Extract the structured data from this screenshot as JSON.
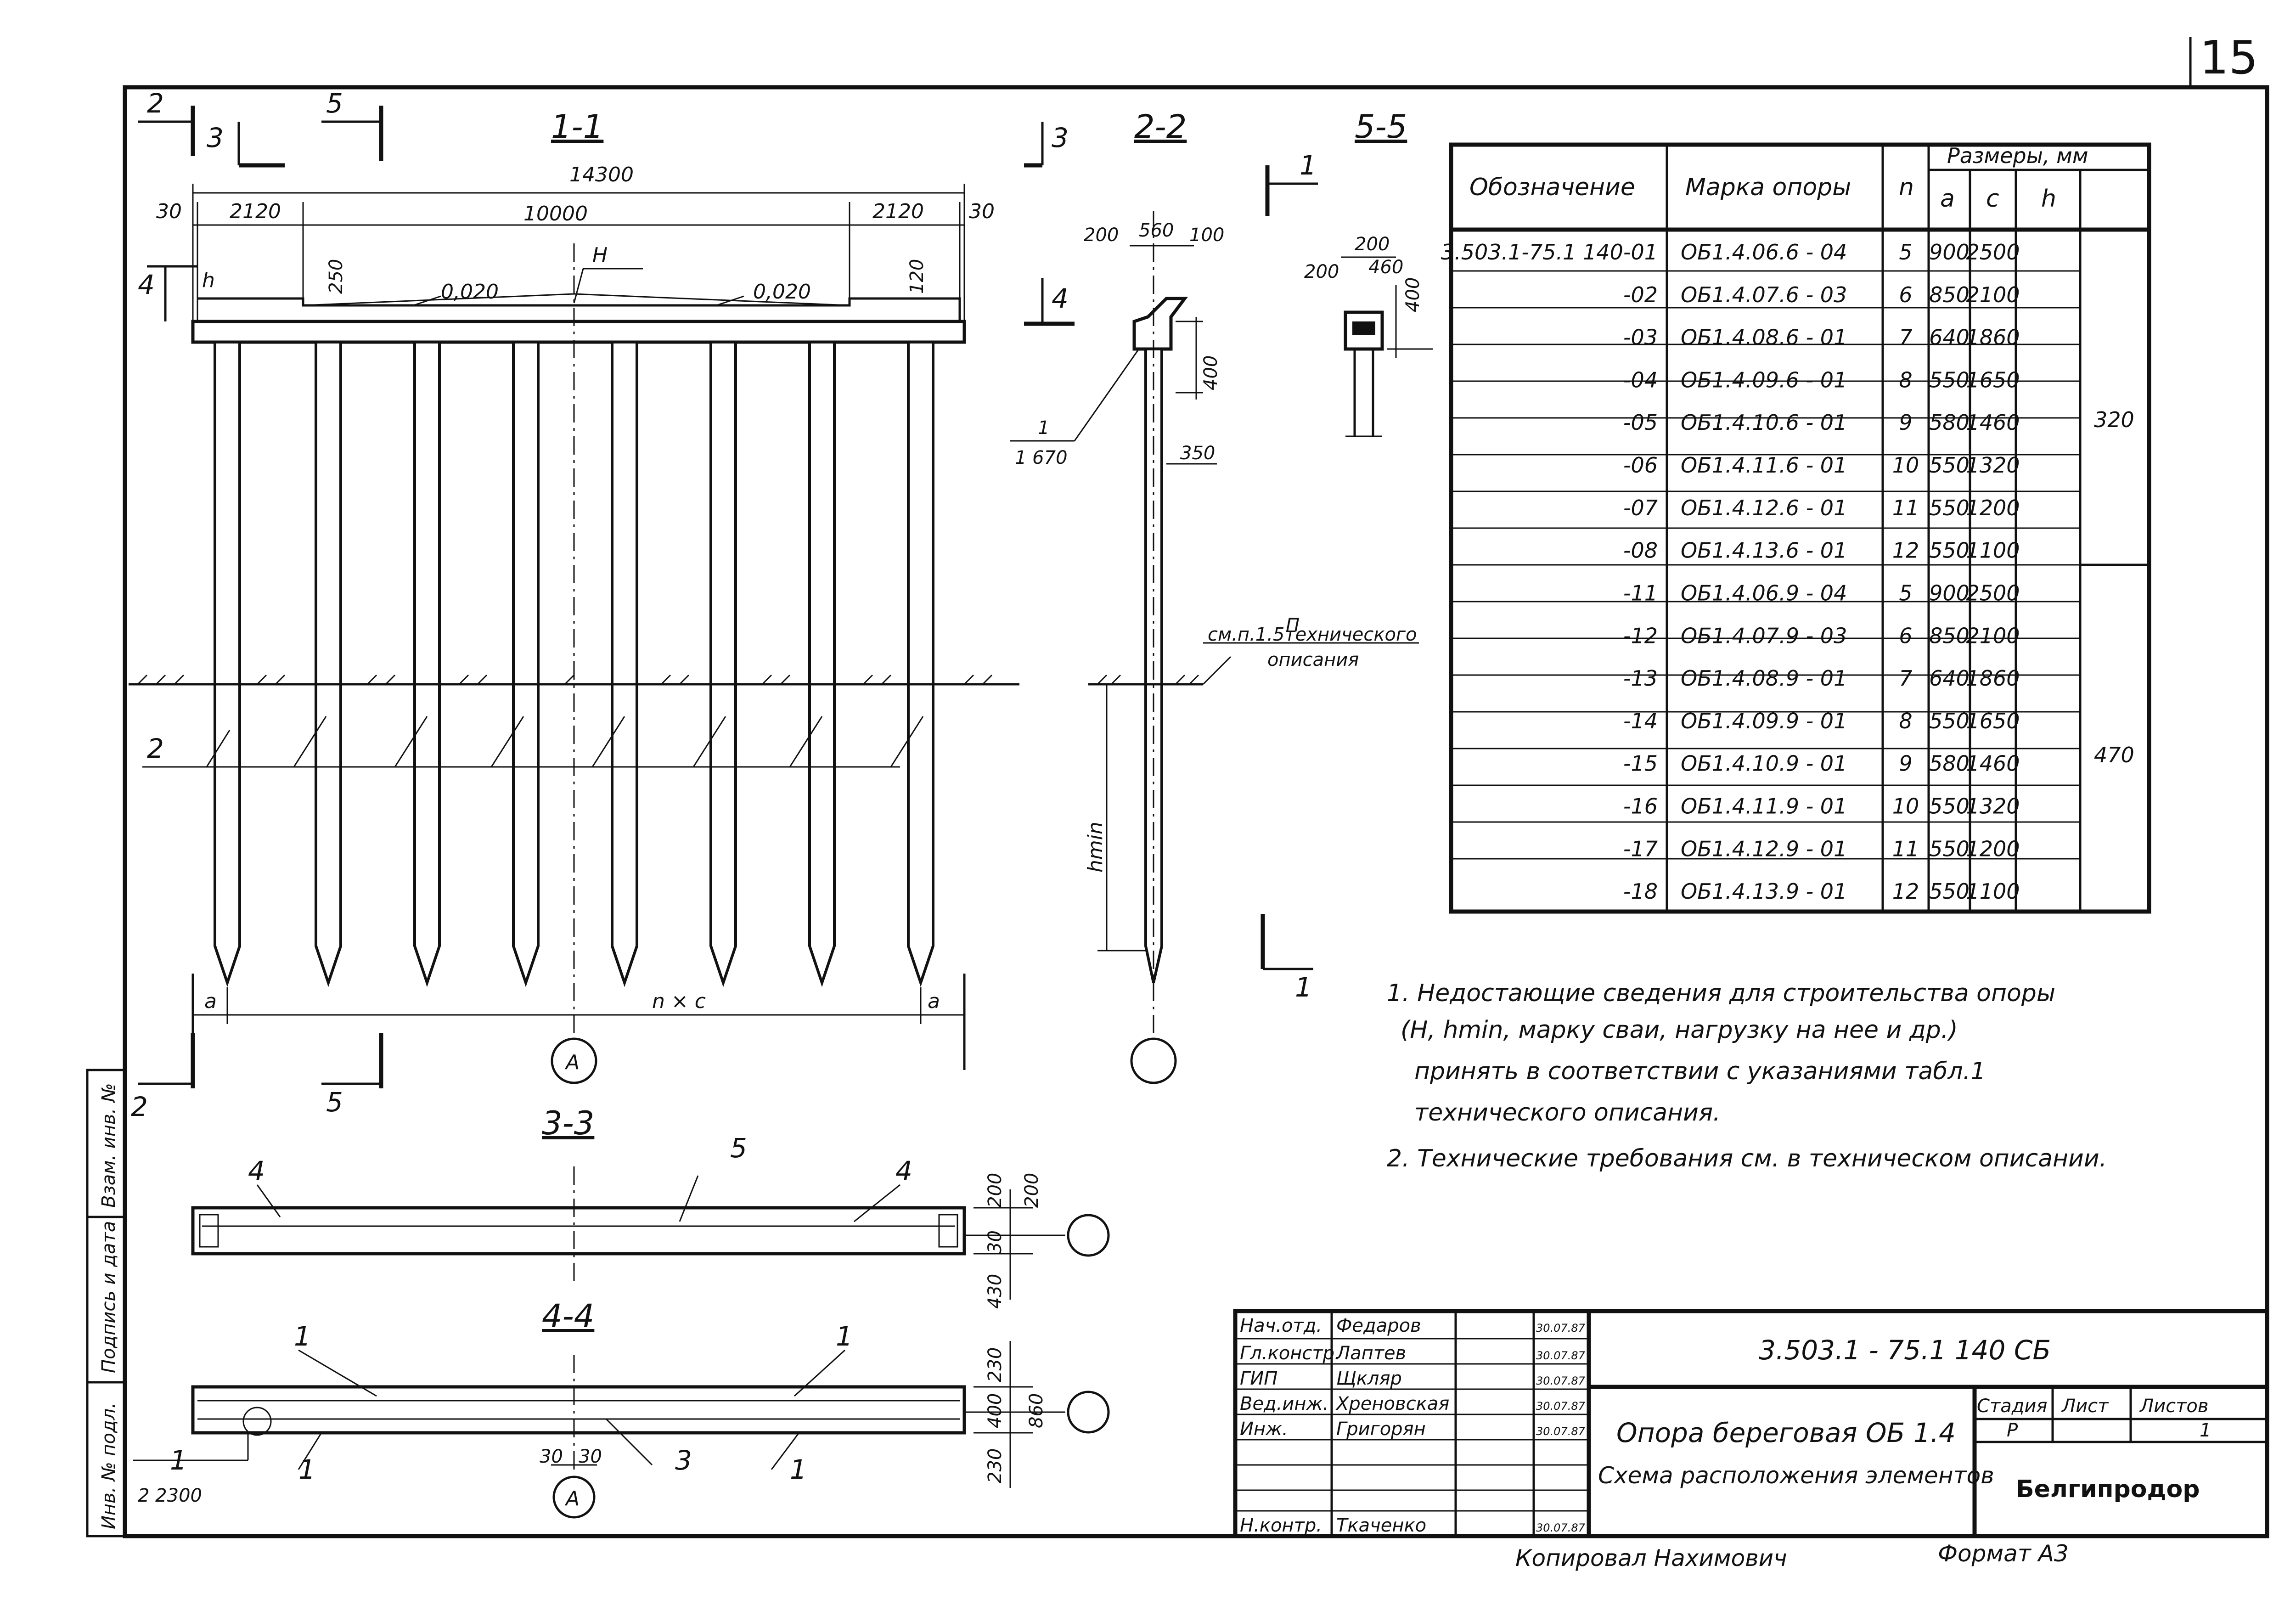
{
  "sheet_number": "15",
  "drawing": {
    "section_1_1": "1-1",
    "section_2_2": "2-2",
    "section_5_5": "5-5",
    "section_3_3": "3-3",
    "section_4_4": "4-4",
    "marks": {
      "m2": "2",
      "m3": "3",
      "m5": "5",
      "m4": "4",
      "m1": "1"
    },
    "dim_total": "14300",
    "dim_30": "30",
    "dim_2120": "2120",
    "dim_10000": "10000",
    "slope": "0,020",
    "label_H": "H",
    "label_h": "h",
    "dim_250": "250",
    "dim_120": "120",
    "label_a": "a",
    "label_nc": "n × c",
    "axis_A": "А",
    "leader_2": "2",
    "s22_200": "200",
    "s22_560": "560",
    "s22_100": "100",
    "s22_400": "400",
    "s22_350": "350",
    "s22_1": "1",
    "s22_670": "1 670",
    "s22_hmin": "hmin",
    "s22_P": "П",
    "s22_note1": "см.п.1.5технического",
    "s22_note2": "описания",
    "s55_200": "200",
    "s55_460": "460",
    "s55_400": "400",
    "s33_4": "4",
    "s33_5": "5",
    "s33_200": "200",
    "s33_30": "30",
    "s33_430": "430",
    "s44_1": "1",
    "s44_3": "3",
    "s44_230": "230",
    "s44_400": "400",
    "s44_860": "860",
    "s44_30": "30",
    "s44_2300": "2 2300"
  },
  "table": {
    "headers": {
      "designation": "Обозначение",
      "mark": "Марка опоры",
      "n": "n",
      "sizes": "Размеры, мм",
      "a": "a",
      "c": "c",
      "h": "h"
    },
    "rows": [
      {
        "d": "3.503.1-75.1 140-01",
        "m": "ОБ1.4.06.6 - 04",
        "n": "5",
        "a": "900",
        "c": "2500"
      },
      {
        "d": "-02",
        "m": "ОБ1.4.07.6 - 03",
        "n": "6",
        "a": "850",
        "c": "2100"
      },
      {
        "d": "-03",
        "m": "ОБ1.4.08.6 - 01",
        "n": "7",
        "a": "640",
        "c": "1860"
      },
      {
        "d": "-04",
        "m": "ОБ1.4.09.6 - 01",
        "n": "8",
        "a": "550",
        "c": "1650"
      },
      {
        "d": "-05",
        "m": "ОБ1.4.10.6 - 01",
        "n": "9",
        "a": "580",
        "c": "1460"
      },
      {
        "d": "-06",
        "m": "ОБ1.4.11.6 - 01",
        "n": "10",
        "a": "550",
        "c": "1320"
      },
      {
        "d": "-07",
        "m": "ОБ1.4.12.6 - 01",
        "n": "11",
        "a": "550",
        "c": "1200"
      },
      {
        "d": "-08",
        "m": "ОБ1.4.13.6 - 01",
        "n": "12",
        "a": "550",
        "c": "1100"
      },
      {
        "d": "-11",
        "m": "ОБ1.4.06.9 - 04",
        "n": "5",
        "a": "900",
        "c": "2500"
      },
      {
        "d": "-12",
        "m": "ОБ1.4.07.9 - 03",
        "n": "6",
        "a": "850",
        "c": "2100"
      },
      {
        "d": "-13",
        "m": "ОБ1.4.08.9 - 01",
        "n": "7",
        "a": "640",
        "c": "1860"
      },
      {
        "d": "-14",
        "m": "ОБ1.4.09.9 - 01",
        "n": "8",
        "a": "550",
        "c": "1650"
      },
      {
        "d": "-15",
        "m": "ОБ1.4.10.9 - 01",
        "n": "9",
        "a": "580",
        "c": "1460"
      },
      {
        "d": "-16",
        "m": "ОБ1.4.11.9 - 01",
        "n": "10",
        "a": "550",
        "c": "1320"
      },
      {
        "d": "-17",
        "m": "ОБ1.4.12.9 - 01",
        "n": "11",
        "a": "550",
        "c": "1200"
      },
      {
        "d": "-18",
        "m": "ОБ1.4.13.9 - 01",
        "n": "12",
        "a": "550",
        "c": "1100"
      }
    ],
    "h_group1": "320",
    "h_group2": "470"
  },
  "notes": [
    "1. Недостающие сведения для строительства опоры",
    "(H, hmin, марку сваи, нагрузку на нее и др.)",
    "принять в соответствии с указаниями табл.1",
    "технического описания.",
    "2. Технические требования см. в техническом описании."
  ],
  "side_stamp": {
    "c1": "Инв. № подл.",
    "c2": "Подпись и дата",
    "c3": "Взам. инв. №"
  },
  "title_block": {
    "roles": [
      {
        "role": "Нач.отд.",
        "name": "Федаров",
        "date": "30.07.87"
      },
      {
        "role": "Гл.констр.",
        "name": "Лаптев",
        "date": "30.07.87"
      },
      {
        "role": "ГИП",
        "name": "Щкляр",
        "date": "30.07.87"
      },
      {
        "role": "Вед.инж.",
        "name": "Хреновская",
        "date": "30.07.87"
      },
      {
        "role": "Инж.",
        "name": "Григорян",
        "date": "30.07.87"
      },
      {
        "role": "",
        "name": "",
        "date": ""
      },
      {
        "role": "",
        "name": "",
        "date": ""
      },
      {
        "role": "Н.контр.",
        "name": "Ткаченко",
        "date": "30.07.87"
      }
    ],
    "code": "3.503.1 - 75.1   140 СБ",
    "title1": "Опора береговая ОБ 1.4",
    "title2": "Схема расположения элементов",
    "stage_label": "Стадия",
    "sheet_label": "Лист",
    "sheets_label": "Листов",
    "stage": "Р",
    "sheet": "",
    "sheets": "1",
    "org": "Белгипродор",
    "copied": "Копировал  Нахимович",
    "format": "Формат А3"
  }
}
